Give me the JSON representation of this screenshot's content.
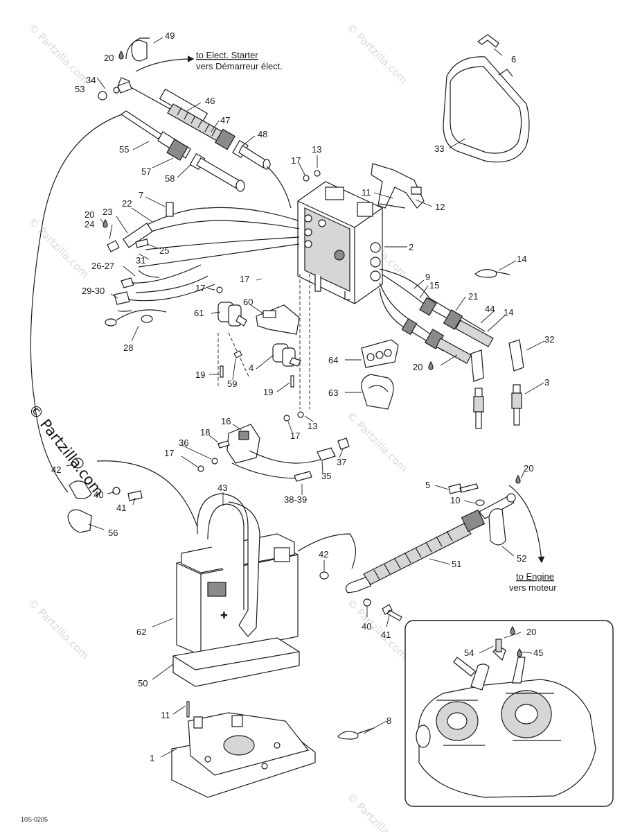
{
  "watermark": {
    "tile_text": "© Partzilla.com",
    "main_text": "© Partzilla.com"
  },
  "notes": {
    "starter_en": "to Elect. Starter",
    "starter_fr": "vers Démarreur élect.",
    "engine_en": "to Engine",
    "engine_fr": "vers moteur"
  },
  "diagram_code": "10S-0205",
  "callouts": [
    "49",
    "20",
    "34",
    "53",
    "6",
    "46",
    "47",
    "48",
    "55",
    "57",
    "58",
    "13",
    "17",
    "11",
    "12",
    "33",
    "7",
    "22",
    "20",
    "23",
    "24",
    "25",
    "31",
    "2",
    "14",
    "26-27",
    "17",
    "17",
    "60",
    "9",
    "15",
    "21",
    "44",
    "14",
    "29-30",
    "61",
    "28",
    "32",
    "64",
    "20",
    "3",
    "4",
    "19",
    "59",
    "19",
    "63",
    "16",
    "18",
    "13",
    "17",
    "36",
    "17",
    "37",
    "35",
    "38-39",
    "42",
    "40",
    "41",
    "43",
    "56",
    "5",
    "10",
    "20",
    "52",
    "51",
    "42",
    "40",
    "41",
    "62",
    "50",
    "11",
    "8",
    "1",
    "20",
    "54",
    "45"
  ]
}
